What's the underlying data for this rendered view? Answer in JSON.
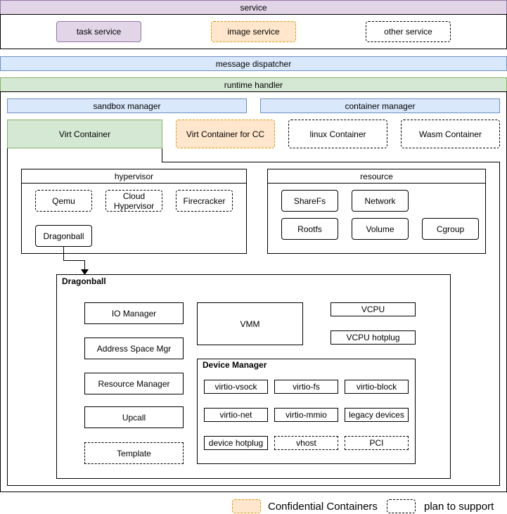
{
  "service": {
    "title": "service",
    "items": [
      "task service",
      "image service",
      "other service"
    ]
  },
  "dispatcher": {
    "label": "message dispatcher"
  },
  "runtime": {
    "title": "runtime handler",
    "sandbox_manager": "sandbox manager",
    "container_manager": "container manager",
    "containers": [
      "Virt Container",
      "Virt Container for CC",
      "linux Container",
      "Wasm Container"
    ]
  },
  "hypervisor": {
    "title": "hypervisor",
    "items": [
      "Qemu",
      "Cloud Hypervisor",
      "Firecracker",
      "Dragonball"
    ]
  },
  "resource": {
    "title": "resource",
    "items": [
      "ShareFs",
      "Network",
      "Rootfs",
      "Volume",
      "Cgroup"
    ]
  },
  "dragonball": {
    "title": "Dragonball",
    "left": [
      "IO Manager",
      "Address Space Mgr",
      "Resource Manager",
      "Upcall",
      "Template"
    ],
    "vmm": "VMM",
    "vcpu": "VCPU",
    "vcpu_hotplug": "VCPU hotplug",
    "device_manager": {
      "title": "Device Manager",
      "items": [
        "virtio-vsock",
        "virtio-fs",
        "virtio-block",
        "virtio-net",
        "virtio-mmio",
        "legacy devices",
        "device hotplug",
        "vhost",
        "PCI"
      ]
    }
  },
  "legend": {
    "confidential": "Confidential Containers",
    "plan": "plan to support"
  },
  "colors": {
    "lilac_fill": "#e1d5e7",
    "blue_fill": "#dae8fc",
    "green_fill": "#d5e8d4",
    "orange_fill": "#ffe6cc"
  }
}
